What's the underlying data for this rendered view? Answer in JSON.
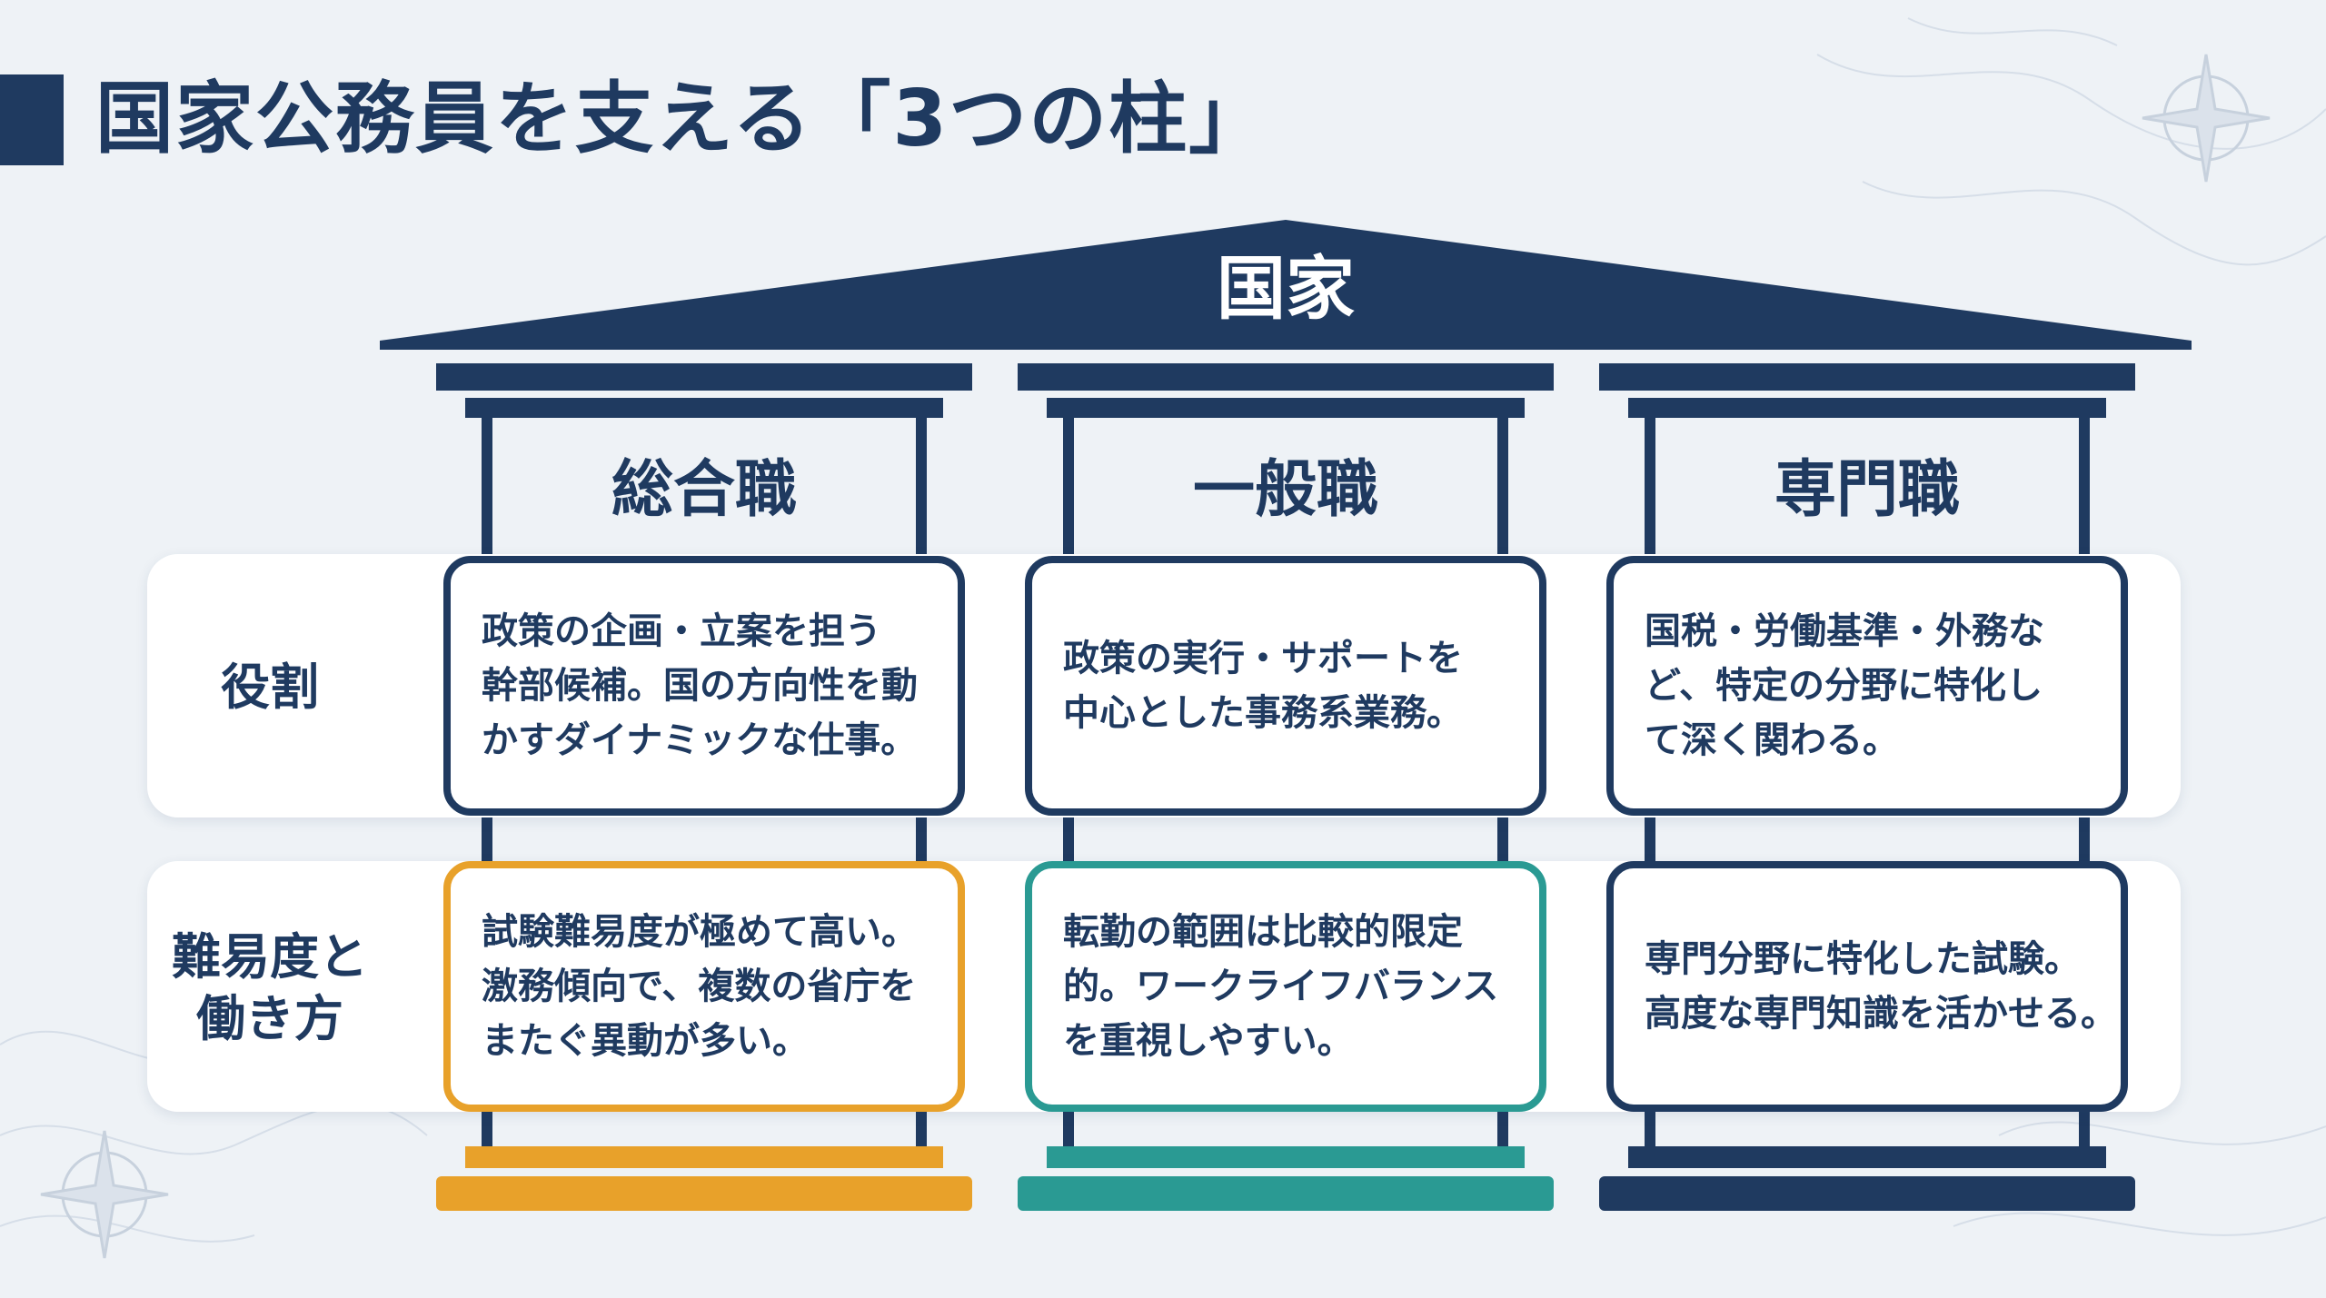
{
  "title": "国家公務員を支える「3つの柱」",
  "roof_label": "国家",
  "colors": {
    "navy": "#1f3a60",
    "orange": "#e8a12a",
    "teal": "#2a9a93",
    "background": "#eef2f6"
  },
  "row_labels": {
    "role": "役割",
    "difficulty_line1": "難易度と",
    "difficulty_line2": "働き方"
  },
  "columns": [
    {
      "name": "総合職",
      "accent": "orange",
      "role": [
        "政策の企画・立案を担う",
        "幹部候補。国の方向性を動",
        "かすダイナミックな仕事。"
      ],
      "difficulty": [
        "試験難易度が極めて高い。",
        "激務傾向で、複数の省庁を",
        "またぐ異動が多い。"
      ]
    },
    {
      "name": "一般職",
      "accent": "teal",
      "role": [
        "政策の実行・サポートを",
        "中心とした事務系業務。"
      ],
      "difficulty": [
        "転勤の範囲は比較的限定",
        "的。ワークライフバランス",
        "を重視しやすい。"
      ]
    },
    {
      "name": "専門職",
      "accent": "navy",
      "role": [
        "国税・労働基準・外務な",
        "ど、特定の分野に特化し",
        "て深く関わる。"
      ],
      "difficulty": [
        "専門分野に特化した試験。",
        "高度な専門知識を活かせる。"
      ]
    }
  ],
  "icons": [
    "compass-rose-icon"
  ]
}
